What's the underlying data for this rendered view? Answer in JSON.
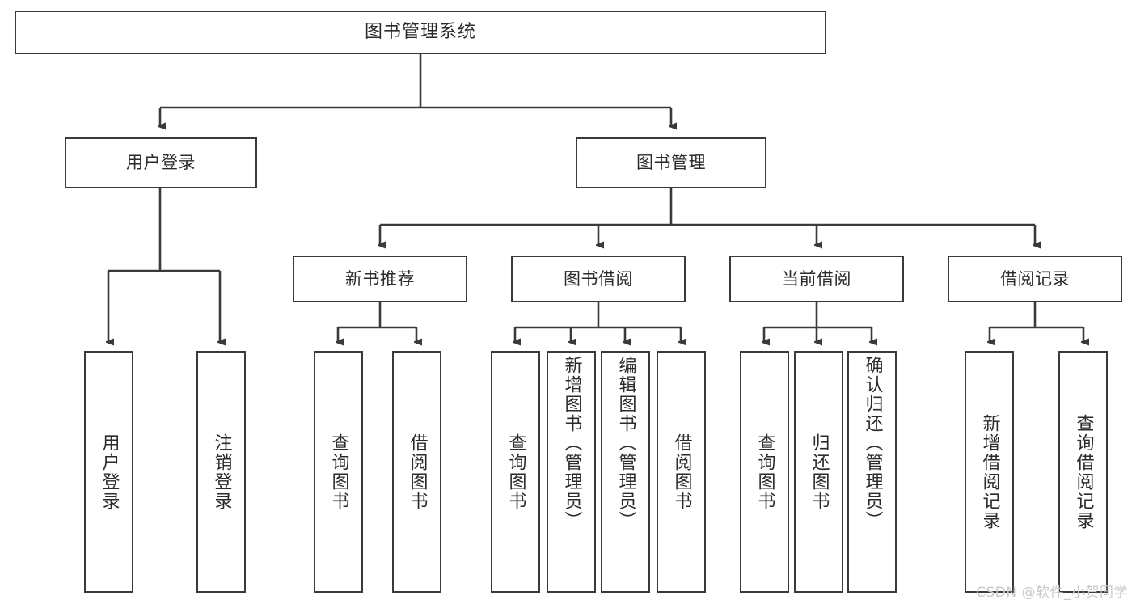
{
  "diagram": {
    "title": "图书管理系统",
    "type": "functional-structure-tree",
    "watermark": "CSDN @软件_小贺同学",
    "colors": {
      "box_border": "#3a3a3a",
      "box_fill": "#ffffff",
      "text": "#2b2b2b",
      "edge": "#3a3a3a",
      "watermark": "#c9c9c9"
    },
    "nodes": {
      "root": {
        "label": "图书管理系统"
      },
      "level2": [
        {
          "label": "用户登录"
        },
        {
          "label": "图书管理"
        }
      ],
      "level3": [
        {
          "label": "新书推荐"
        },
        {
          "label": "图书借阅"
        },
        {
          "label": "当前借阅"
        },
        {
          "label": "借阅记录"
        }
      ],
      "leaves": {
        "user_login": [
          {
            "label": "用户登录"
          },
          {
            "label": "注销登录"
          }
        ],
        "new_book_recommend": [
          {
            "label": "查询图书"
          },
          {
            "label": "借阅图书"
          }
        ],
        "book_borrow": [
          {
            "label": "查询图书"
          },
          {
            "label": "新增图书（管理员）"
          },
          {
            "label": "编辑图书（管理员）"
          },
          {
            "label": "借阅图书"
          }
        ],
        "current_borrow": [
          {
            "label": "查询图书"
          },
          {
            "label": "归还图书"
          },
          {
            "label": "确认归还（管理员）"
          }
        ],
        "borrow_record": [
          {
            "label": "新增借阅记录"
          },
          {
            "label": "查询借阅记录"
          }
        ]
      }
    }
  }
}
